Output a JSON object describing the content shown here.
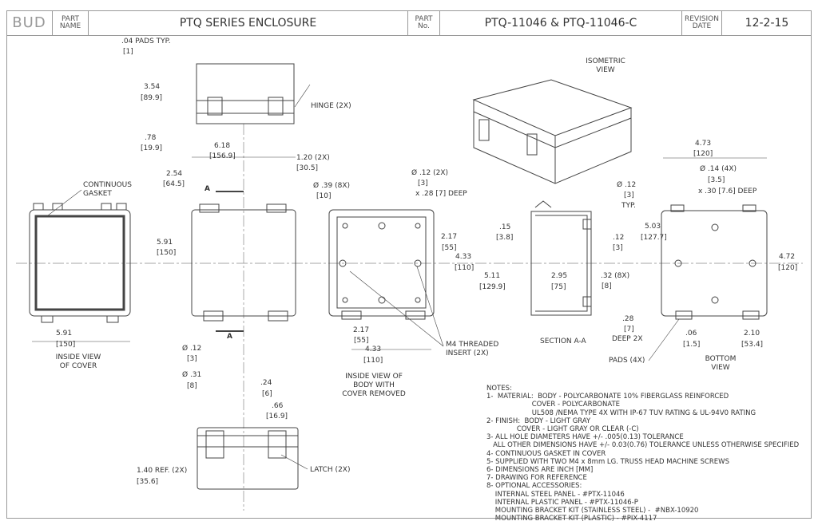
{
  "title_block": {
    "logo": "BUD",
    "part_name_label": "PART NAME",
    "part_name": "PTQ SERIES ENCLOSURE",
    "part_no_label": "PART No.",
    "part_no": "PTQ-11046  &  PTQ-11046-C",
    "revision_label": "REVISION DATE",
    "revision_date": "12-2-15"
  },
  "views": {
    "isometric": "ISOMETRIC VIEW",
    "cover": "INSIDE VIEW OF COVER",
    "body": "INSIDE VIEW OF BODY WITH COVER REMOVED",
    "section": "SECTION A-A",
    "bottom": "BOTTOM VIEW",
    "section_mark": "A"
  },
  "callouts": {
    "hinge": "HINGE (2X)",
    "gasket": "CONTINUOUS GASKET",
    "m4": "M4 THREADED INSERT (2X)",
    "pads": "PADS (4X)",
    "latch": "LATCH (2X)",
    "pads_typ": ".04 PADS TYP."
  },
  "dims": [
    ".04 PADS TYP.",
    "[1]",
    "3.54",
    "[89.9]",
    ".78",
    "[19.9]",
    "6.18",
    "[156.9]",
    "1.20  (2X)",
    "[30.5]",
    "2.54",
    "[64.5]",
    "5.91",
    "[150]",
    "Ø .39 (8X)",
    "[10]",
    "Ø .12 (2X)",
    "[3]",
    "x .28 [7] DEEP",
    "2.17",
    "[55]",
    "4.33",
    "[110]",
    "Ø .12",
    "[3]",
    "TYP.",
    ".15",
    "[3.8]",
    ".12",
    "[3]",
    "5.03",
    "[127.7]",
    "5.11",
    "[129.9]",
    "2.95",
    "[75]",
    ".32 (8X)",
    "[8]",
    ".28",
    "[7]",
    "DEEP 2X",
    "4.73",
    "[120]",
    "Ø .14 (4X)",
    "[3.5]",
    "x .30 [7.6] DEEP",
    "4.72",
    "[120]",
    ".06",
    "[1.5]",
    "2.10",
    "[53.4]",
    "5.91",
    "[150]",
    "Ø .12",
    "[3]",
    "Ø .31",
    "[8]",
    "2.17",
    "[55]",
    "4.33",
    "[110]",
    ".24",
    "[6]",
    ".66",
    "[16.9]",
    "1.40  REF. (2X)",
    "[35.6]"
  ],
  "notes": "NOTES:\n1-  MATERIAL:  BODY - POLYCARBONATE 10% FIBERGLASS REINFORCED\n                     COVER - POLYCARBONATE\n                     UL508 /NEMA TYPE 4X WITH IP-67 TUV RATING & UL-94V0 RATING\n2- FINISH:  BODY - LIGHT GRAY\n              COVER - LIGHT GRAY OR CLEAR (-C)\n3- ALL HOLE DIAMETERS HAVE +/- .005(0.13) TOLERANCE\n   ALL OTHER DIMENSIONS HAVE +/- 0.03(0.76) TOLERANCE UNLESS OTHERWISE SPECIFIED\n4- CONTINUOUS GASKET IN COVER\n5- SUPPLIED WITH TWO M4 x 8mm LG. TRUSS HEAD MACHINE SCREWS\n6- DIMENSIONS ARE INCH [MM]\n7- DRAWING FOR REFERENCE\n8- OPTIONAL ACCESSORIES:\n    INTERNAL STEEL PANEL - #PTX-11046\n    INTERNAL PLASTIC PANEL - #PTX-11046-P\n    MOUNTING BRACKET KIT (STAINLESS STEEL) -  #NBX-10920\n    MOUNTING BRACKET KIT (PLASTIC) - #PIX-4117"
}
